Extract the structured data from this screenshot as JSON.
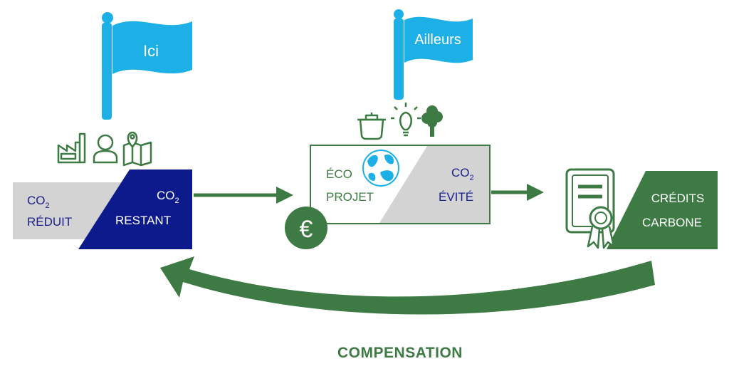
{
  "flags": {
    "left": {
      "label": "Ici"
    },
    "right": {
      "label": "Ailleurs"
    }
  },
  "left_box": {
    "reduced": {
      "formula": "CO",
      "subscript": "2",
      "word": "RÉDUIT"
    },
    "remaining": {
      "formula": "CO",
      "subscript": "2",
      "word": "RESTANT"
    }
  },
  "eco_box": {
    "line1": "ÉCO",
    "line2": "PROJET",
    "avoided": {
      "formula": "CO",
      "subscript": "2",
      "word": "ÉVITÉ"
    },
    "coin_symbol": "€"
  },
  "credits": {
    "line1": "CRÉDITS",
    "line2": "CARBONE"
  },
  "cycle_label": "COMPENSATION",
  "icons": {
    "left": [
      "factory-icon",
      "person-icon",
      "map-pin-icon"
    ],
    "right": [
      "cooking-pot-icon",
      "light-bulb-icon",
      "tree-icon"
    ],
    "other": [
      "globe-logo-icon",
      "euro-coin-icon",
      "certificate-icon"
    ]
  },
  "colors": {
    "flag_blue": "#1db0e6",
    "navy": "#0c1a8c",
    "green": "#3d7a44",
    "gray": "#d3d3d3",
    "text_navy": "#1a1f8c"
  }
}
